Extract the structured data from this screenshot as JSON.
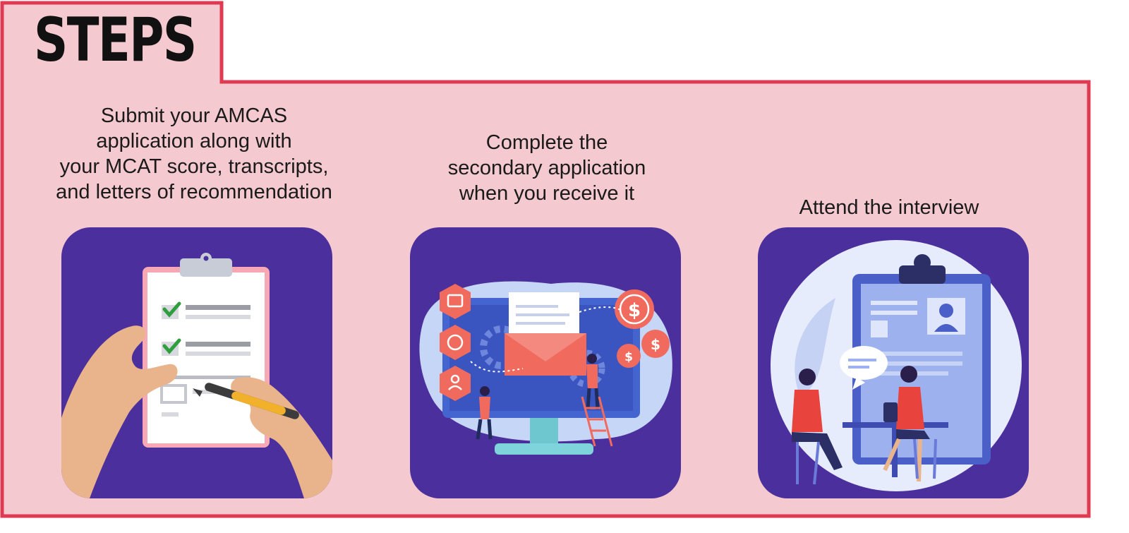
{
  "title": "STEPS",
  "colors": {
    "panel_fill": "#f4c9cf",
    "panel_border": "#e03a52",
    "card_bg": "#4b2f9d",
    "accent_red": "#f06a5e",
    "check_green": "#2e9e3e"
  },
  "steps": [
    {
      "text": "Submit your AMCAS\napplication along with\nyour MCAT score, transcripts,\nand letters of recommendation",
      "illustration": "clipboard-checklist-icon"
    },
    {
      "text": "Complete the\nsecondary application\nwhen you receive it",
      "illustration": "email-application-icon"
    },
    {
      "text": "Attend the interview",
      "illustration": "interview-icon"
    }
  ]
}
